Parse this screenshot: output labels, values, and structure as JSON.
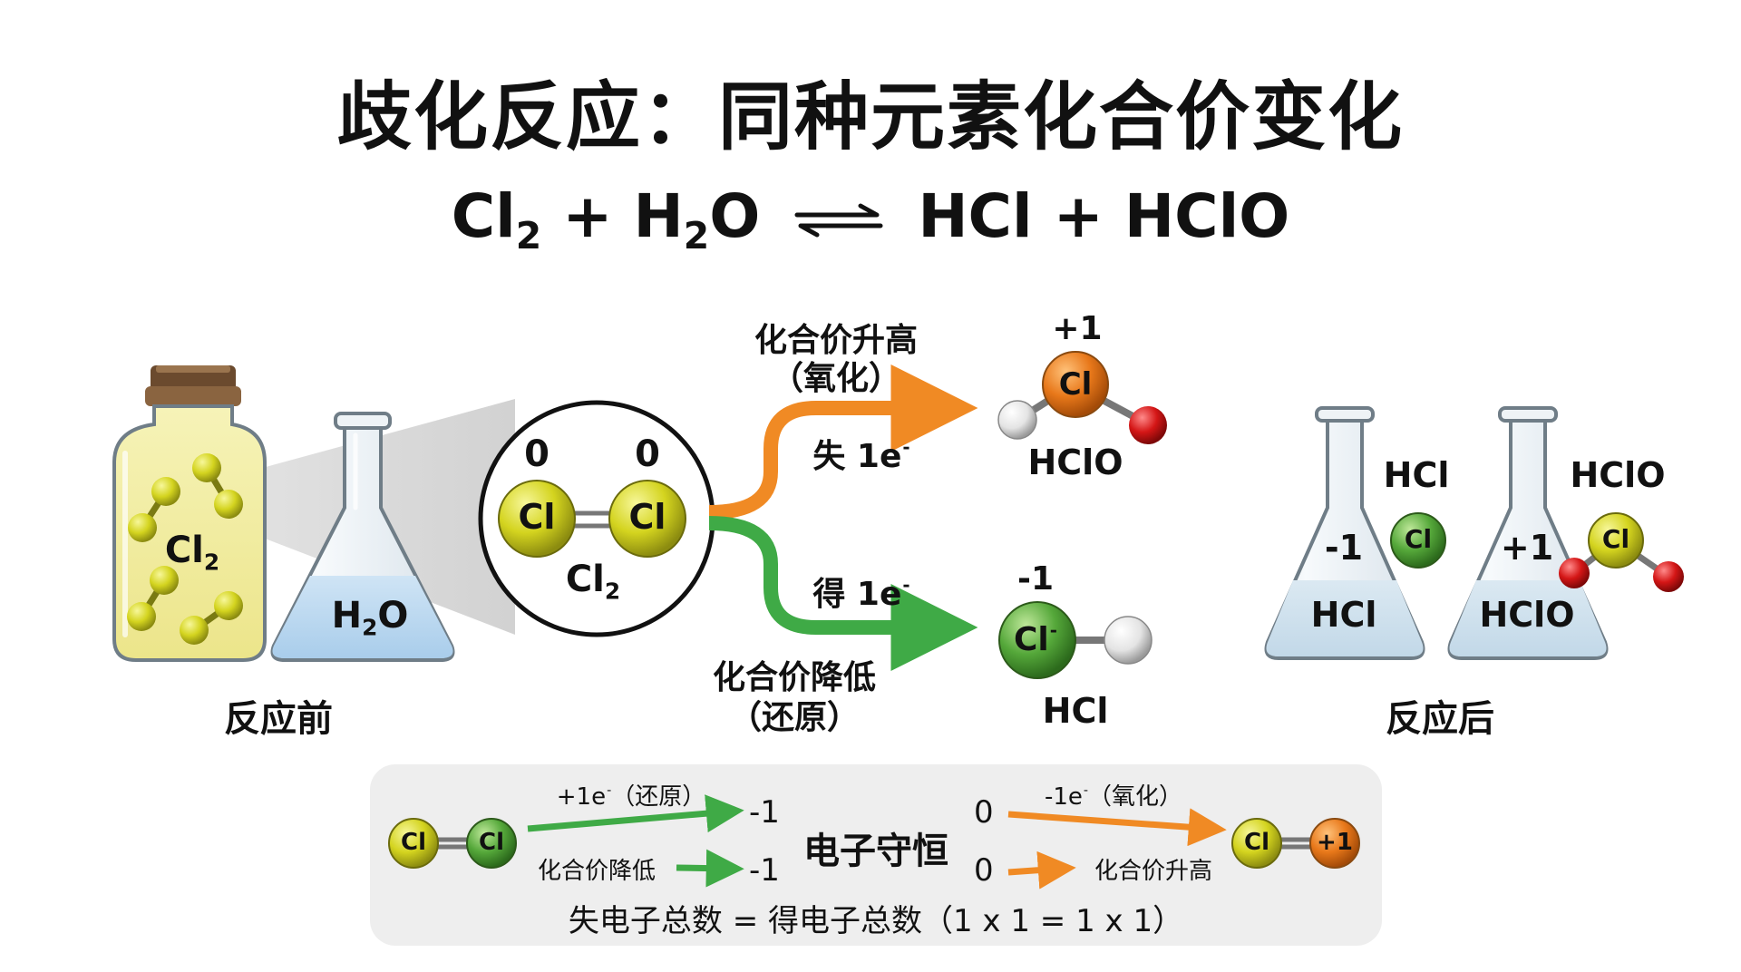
{
  "title": "歧化反应：同种元素化合价变化",
  "equation": {
    "reactant1": "Cl",
    "reactant1_sub": "2",
    "plus1": "+",
    "reactant2_a": "H",
    "reactant2_sub": "2",
    "reactant2_b": "O",
    "product1": "HCl",
    "plus2": "+",
    "product2": "HClO"
  },
  "left": {
    "jar_label": "Cl",
    "jar_label_sub": "2",
    "flask_label_a": "H",
    "flask_label_sub": "2",
    "flask_label_b": "O",
    "caption": "反应前"
  },
  "molecule": {
    "ox_left": "0",
    "ox_right": "0",
    "atom_left": "Cl",
    "atom_right": "Cl",
    "label": "Cl",
    "label_sub": "2"
  },
  "upper_path": {
    "label_line1": "化合价升高",
    "label_line2": "（氧化）",
    "electron": "失 1e",
    "electron_sup": "-",
    "product_ox": "+1",
    "product_atom": "Cl",
    "product_name": "HClO"
  },
  "lower_path": {
    "label_line1": "化合价降低",
    "label_line2": "（还原）",
    "electron": "得 1e",
    "electron_sup": "-",
    "product_ox": "-1",
    "product_atom": "Cl",
    "product_atom_sup": "-",
    "product_name": "HCl"
  },
  "right": {
    "flask1_name": "HCl",
    "flask1_ox": "-1",
    "flask1_atom": "Cl",
    "flask1_label": "HCl",
    "flask2_name": "HClO",
    "flask2_ox": "+1",
    "flask2_atom": "Cl",
    "flask2_label": "HClO",
    "caption": "反应后"
  },
  "panel": {
    "left_atom1": "Cl",
    "left_atom2": "Cl",
    "top_left_note": "+1e",
    "top_left_note_sup": "-",
    "top_left_note_tail": "（还原）",
    "top_left_value": "-1",
    "bottom_left_note": "化合价降低",
    "bottom_left_value": "-1",
    "center_label": "电子守恒",
    "top_right_start": "0",
    "top_right_note": "-1e",
    "top_right_note_sup": "-",
    "top_right_note_tail": "（氧化）",
    "bottom_right_start": "0",
    "bottom_right_note": "化合价升高",
    "right_atom1": "Cl",
    "right_atom2": "+1",
    "formula": "失电子总数 = 得电子总数（1 x 1 = 1 x 1）"
  },
  "colors": {
    "oxidation": "#f08a24",
    "reduction": "#3faa46",
    "chlorine_yellow": "#c9cc1e",
    "chlorine_orange": "#e3781b",
    "chlorine_green": "#4aa03a",
    "oxygen": "#d01818",
    "hydrogen": "#e8e8e8"
  }
}
